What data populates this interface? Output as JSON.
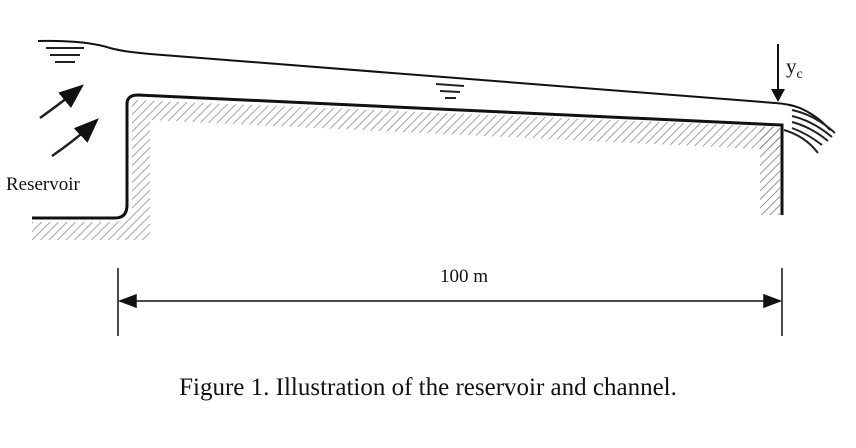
{
  "labels": {
    "reservoir": "Reservoir",
    "length": "100 m",
    "critical_depth": "y",
    "critical_depth_sub": "c"
  },
  "caption": "Figure 1. Illustration of the reservoir and channel.",
  "colors": {
    "line": "#111111",
    "hatch": "#777777"
  }
}
